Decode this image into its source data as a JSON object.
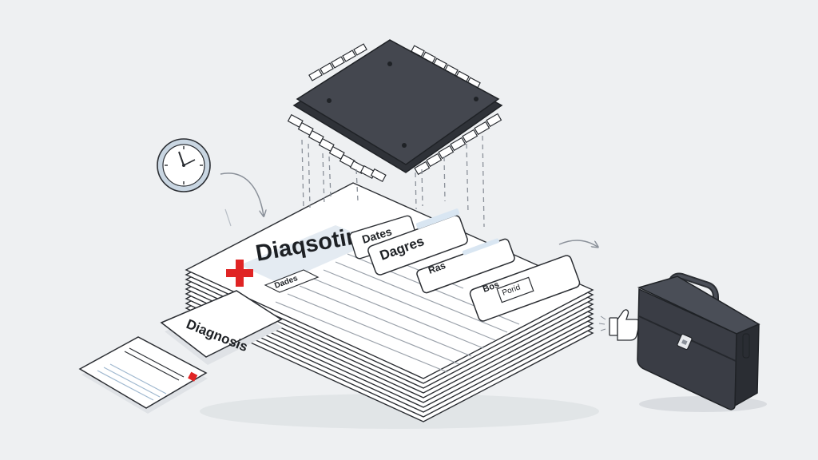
{
  "labels": {
    "main_title": "Diaqsoting",
    "main_tag_1": "Dates",
    "main_tag_2": "Dagres",
    "main_tag_3": "Ras",
    "main_tag_4": "Bos",
    "main_tag_5": "Porid",
    "doc_header_chip": "Dades",
    "diagnosis_card": "Diagnosis"
  },
  "colors": {
    "background": "#eef0f2",
    "chip_body": "#35383f",
    "chip_top": "#44474f",
    "medical_cross": "#e02424",
    "briefcase": "#3a3d45",
    "paper": "#ffffff",
    "outline": "#2b2e33"
  },
  "icons": [
    "clock-icon",
    "microchip-icon",
    "medical-cross-icon",
    "briefcase-icon",
    "thumbs-up-icon",
    "arrow-icon"
  ]
}
